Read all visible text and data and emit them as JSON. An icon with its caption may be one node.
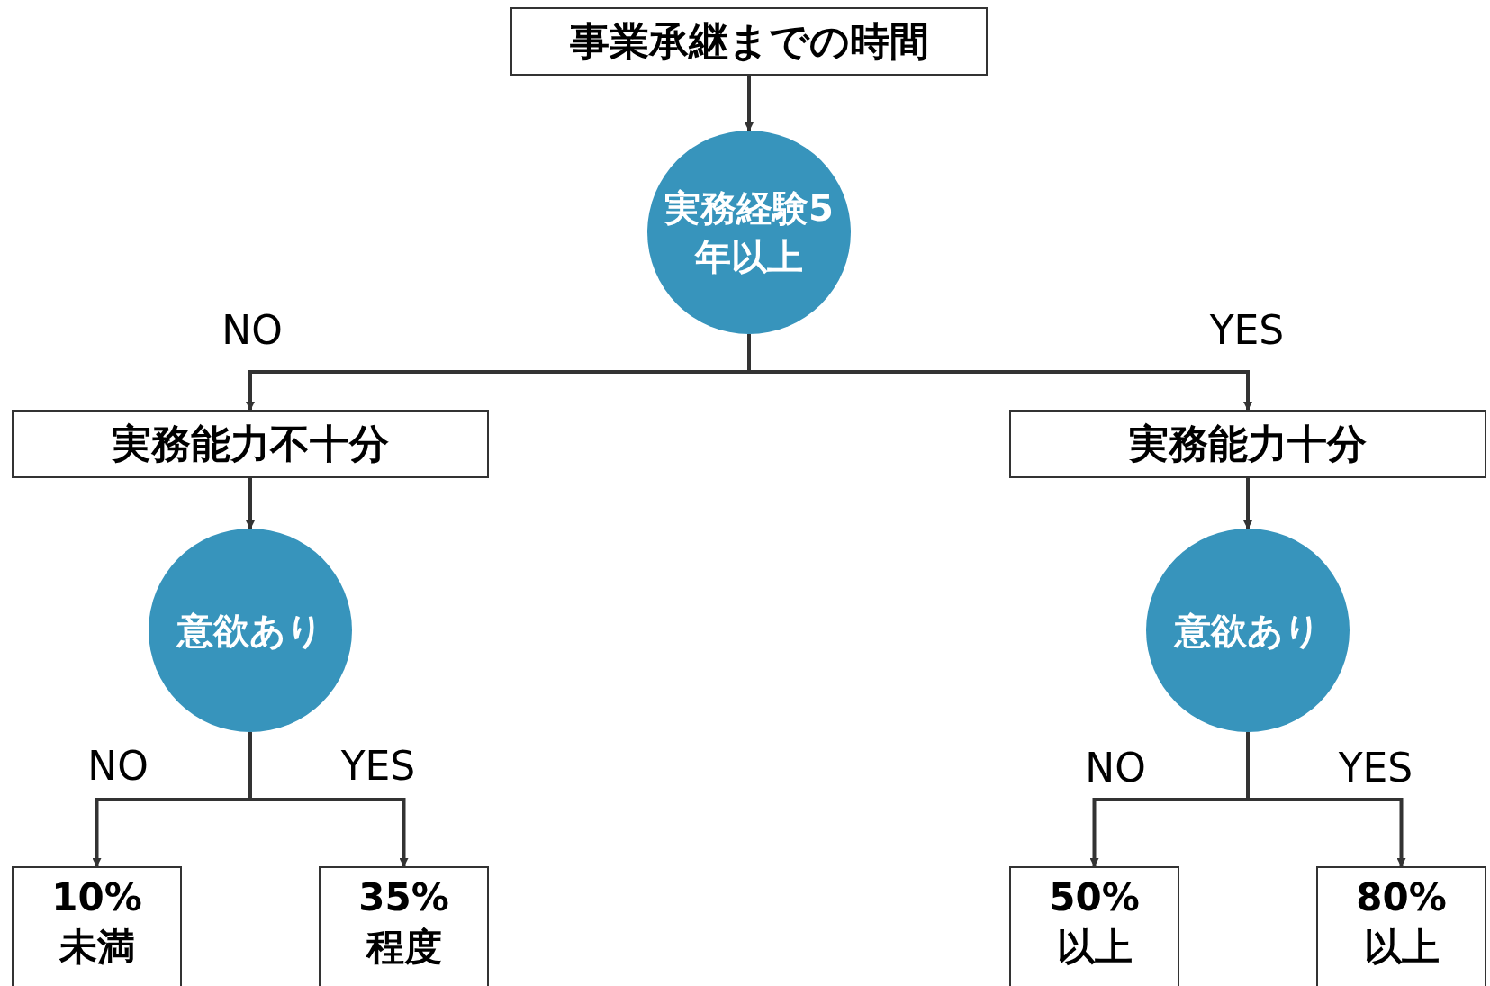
{
  "diagram": {
    "nodes": [
      {
        "text": [
          "事業承継までの時間"
        ]
      },
      {
        "text": [
          "実務経験5年以上"
        ]
      },
      {
        "text": [
          "実務能力不十分"
        ]
      },
      {
        "text": [
          "実務能力十分"
        ]
      },
      {
        "text": [
          "意欲あり"
        ]
      },
      {
        "text": [
          "意欲あり"
        ]
      },
      {
        "text": [
          "10% 未満"
        ]
      },
      {
        "text": [
          "35% 程度"
        ]
      },
      {
        "text": [
          "50% 以上"
        ]
      },
      {
        "text": [
          "80% 以上"
        ]
      }
    ],
    "edges": [
      {
        "from": 0,
        "to": 1,
        "arrow": "to"
      },
      {
        "from": 1,
        "to": 2,
        "arrow": "to",
        "label": "NO"
      },
      {
        "from": 1,
        "to": 3,
        "arrow": "to",
        "label": "YES"
      },
      {
        "from": 2,
        "to": 4,
        "arrow": "to"
      },
      {
        "from": 3,
        "to": 5,
        "arrow": "to"
      },
      {
        "from": 4,
        "to": 6,
        "arrow": "to",
        "label": "NO"
      },
      {
        "from": 4,
        "to": 7,
        "arrow": "to",
        "label": "YES"
      },
      {
        "from": 5,
        "to": 8,
        "arrow": "to",
        "label": "NO"
      },
      {
        "from": 5,
        "to": 9,
        "arrow": "to",
        "label": "YES"
      }
    ]
  }
}
